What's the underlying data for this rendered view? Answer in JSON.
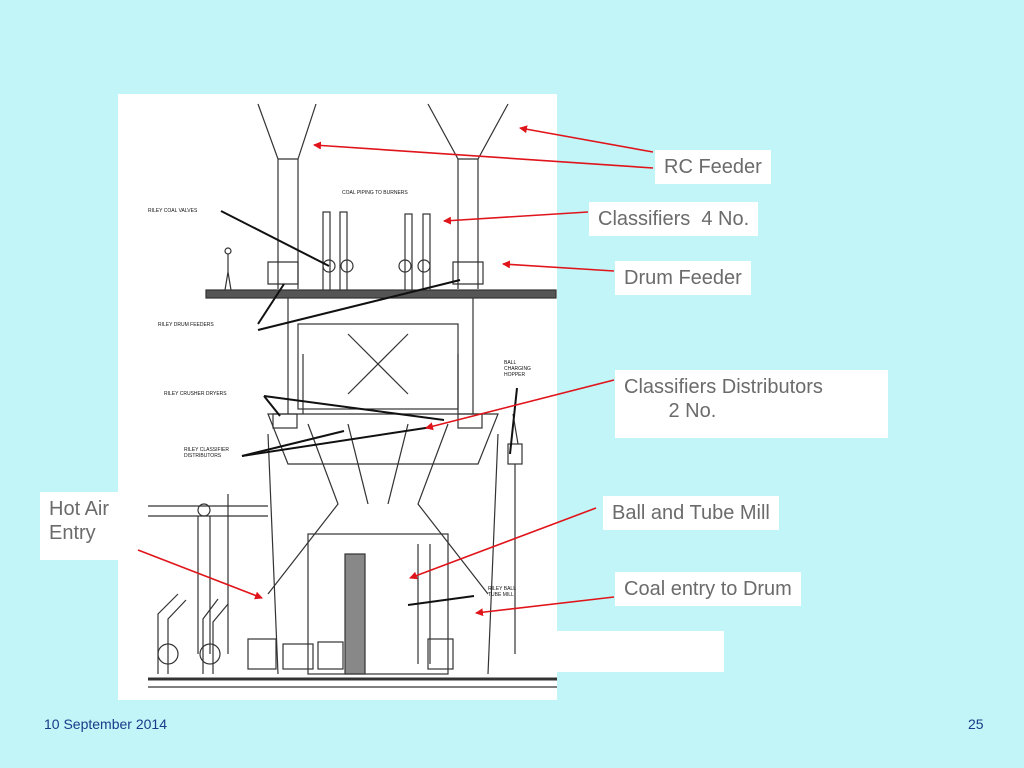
{
  "drawing_labels": {
    "coal_piping": "COAL PIPING TO BURNERS",
    "coal_valves": "RILEY COAL VALVES",
    "drum_feeders": "RILEY DRUM FEEDERS",
    "ball_hopper": "BALL\nCHARGING\nHOPPER",
    "crusher_dryers": "RILEY CRUSHER DRYERS",
    "classifier_distributors": "RILEY CLASSIFIER\nDISTRIBUTORS",
    "ball_tube_mill": "RILEY BALL\nTUBE MILL"
  },
  "callouts": {
    "rc_feeder": "RC Feeder",
    "classifiers": "Classifiers  4 No.",
    "drum_feeder": "Drum Feeder",
    "classifier_distributors": "Classifiers Distributors\n        2 No.",
    "ball_tube_mill": "Ball and Tube Mill",
    "coal_entry": "Coal entry to Drum",
    "hot_air": "Hot Air\nEntry"
  },
  "footer": {
    "date": "10 September 2014",
    "page": "25"
  },
  "colors": {
    "background": "#c2f5f7",
    "arrow": "#e0151b",
    "callout_text": "#6b6b6b",
    "footer_text": "#1a3a8a"
  }
}
